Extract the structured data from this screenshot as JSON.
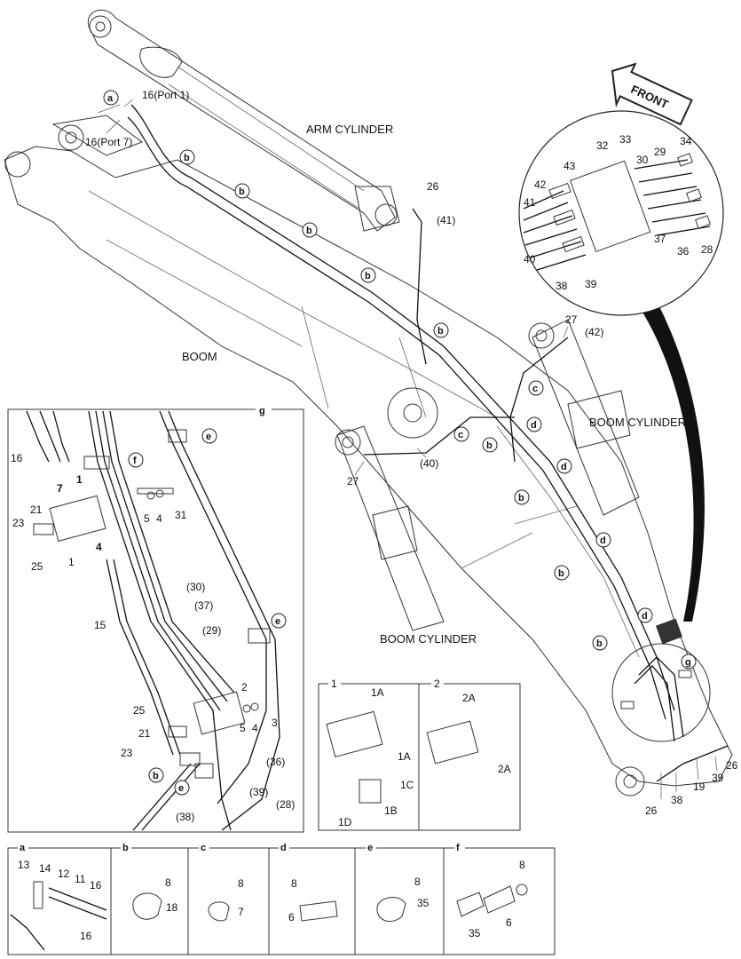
{
  "main_labels": {
    "arm_cylinder": "ARM CYLINDER",
    "boom": "BOOM",
    "boom_cylinder_right": "BOOM CYLINDER",
    "boom_cylinder_bottom": "BOOM CYLINDER",
    "front": "FRONT"
  },
  "top_callouts": {
    "port1": "16(Port 1)",
    "port7": "16(Port 7)",
    "c26a": "26",
    "c41": "(41)",
    "c27a": "27",
    "c42": "(42)",
    "c27b": "27",
    "c40": "(40)",
    "c26b": "26",
    "c26c": "26",
    "c38": "38",
    "c19": "19",
    "c39": "39"
  },
  "bubbles": {
    "a": "a",
    "b": "b",
    "c": "c",
    "d": "d",
    "e": "e",
    "f": "f",
    "g": "g"
  },
  "circle_detail": {
    "n32": "32",
    "n33": "33",
    "n29": "29",
    "n34": "34",
    "n30": "30",
    "n43": "43",
    "n42": "42",
    "n41": "41",
    "n40": "40",
    "n37": "37",
    "n36": "36",
    "n28": "28",
    "n38": "38",
    "n39": "39"
  },
  "g_panel": {
    "title": "g",
    "n16": "16",
    "n7": "7",
    "n1a": "1",
    "n21": "21",
    "n23": "23",
    "n25": "25",
    "n1b": "1",
    "n4a": "4",
    "n5a": "5",
    "n4b": "4",
    "n31": "31",
    "n15": "15",
    "n30": "(30)",
    "n37": "(37)",
    "n29": "(29)",
    "n2": "2",
    "n25b": "25",
    "n21b": "21",
    "n23b": "23",
    "n5b": "5",
    "n4c": "4",
    "n3": "3",
    "n36": "(36)",
    "n39": "(39)",
    "n28": "(28)",
    "n38": "(38)"
  },
  "valve_panel": {
    "h1": "1",
    "h2": "2",
    "v1A_top": "1A",
    "v1A_right": "1A",
    "v1C": "1C",
    "v1B": "1B",
    "v1D": "1D",
    "v2A_top": "2A",
    "v2A_right": "2A"
  },
  "bottom_details": {
    "a": {
      "title": "a",
      "n13": "13",
      "n14": "14",
      "n12": "12",
      "n11": "11",
      "n16a": "16",
      "n16b": "16"
    },
    "b": {
      "title": "b",
      "n8": "8",
      "n18": "18"
    },
    "c": {
      "title": "c",
      "n8": "8",
      "n7": "7"
    },
    "d": {
      "title": "d",
      "n8": "8",
      "n6": "6"
    },
    "e": {
      "title": "e",
      "n8": "8",
      "n35": "35"
    },
    "f": {
      "title": "f",
      "n8": "8",
      "n35": "35",
      "n6": "6"
    }
  }
}
